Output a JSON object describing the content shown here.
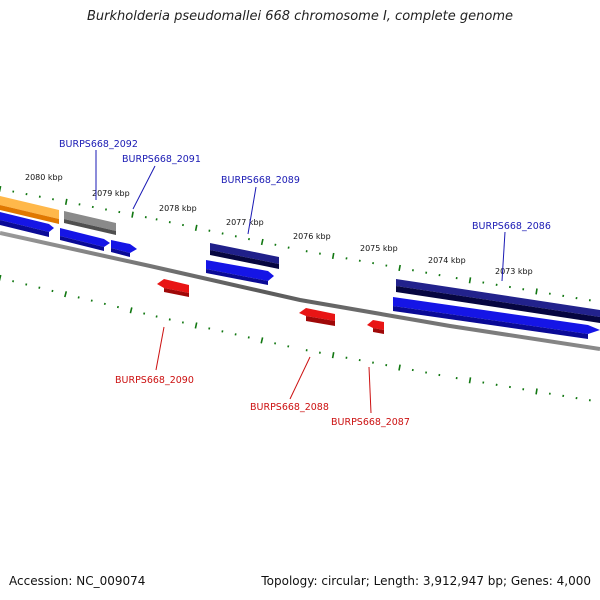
{
  "title": "Burkholderia pseudomallei 668 chromosome I, complete genome",
  "footer": {
    "accession": "Accession: NC_009074",
    "summary": "Topology: circular; Length: 3,912,947 bp; Genes: 4,000"
  },
  "colors": {
    "backbone": "#7d7d7d",
    "tick": "#117711",
    "forward_label": "#1a1ab4",
    "reverse_label": "#cc1111",
    "cds_forward": "#1515e6",
    "cds_reverse": "#e81515",
    "dark_gene": "#0d0d66",
    "orange_gene": "#ff9a10",
    "gray_gene": "#707070"
  },
  "scale_labels": [
    "2080 kbp",
    "2079 kbp",
    "2078 kbp",
    "2077 kbp",
    "2076 kbp",
    "2075 kbp",
    "2074 kbp",
    "2073 kbp"
  ],
  "labels": {
    "forward": [
      "BURPS668_2092",
      "BURPS668_2091",
      "BURPS668_2089",
      "BURPS668_2086"
    ],
    "reverse": [
      "BURPS668_2090",
      "BURPS668_2088",
      "BURPS668_2087"
    ]
  }
}
